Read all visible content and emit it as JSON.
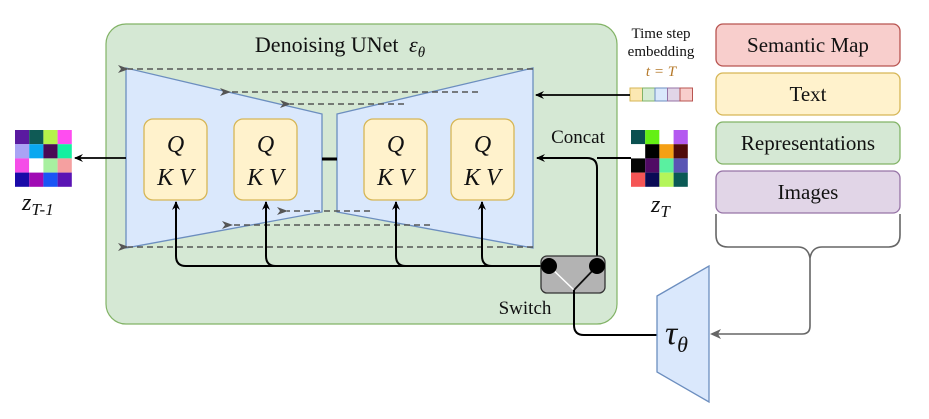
{
  "unet": {
    "title": "Denoising UNet",
    "title_symbol": "ε",
    "title_subscript": "θ",
    "attention_blocks": [
      {
        "q": "Q",
        "kv": "K V"
      },
      {
        "q": "Q",
        "kv": "K V"
      },
      {
        "q": "Q",
        "kv": "K V"
      },
      {
        "q": "Q",
        "kv": "K V"
      }
    ]
  },
  "output_latent": {
    "label": "z",
    "subscript": "T-1",
    "grid_colors": [
      "#5a1aa0",
      "#0f5a55",
      "#b6f24a",
      "#ff4df0",
      "#a9a3f5",
      "#0aa8f0",
      "#4a0a55",
      "#14f0a0",
      "#f54de8",
      "#ffffff",
      "#a8f0a0",
      "#f5a0a0",
      "#1a0aa8",
      "#a00ab4",
      "#1a55f5",
      "#5a14b4"
    ]
  },
  "input_latent": {
    "label": "z",
    "subscript": "T",
    "grid_colors": [
      "#0a5050",
      "#64f014",
      "#ffffff",
      "#b45af0",
      "#ffffff",
      "#000000",
      "#f5a014",
      "#500a0a",
      "#050505",
      "#500a64",
      "#5af0a0",
      "#5a55b4",
      "#f55555",
      "#0a0a55",
      "#b4f55a",
      "#0a5a55"
    ]
  },
  "timestep": {
    "line1": "Time step",
    "line2": "embedding",
    "equation": "t = T",
    "cells": [
      "#fce8b2",
      "#d5ecd4",
      "#dae8fc",
      "#e1d5e7",
      "#f8cecc"
    ],
    "cell_borders": [
      "#d6b656",
      "#82b366",
      "#6c8ebf",
      "#9673a6",
      "#b85450"
    ]
  },
  "labels": {
    "concat": "Concat",
    "switch": "Switch"
  },
  "encoder": {
    "symbol": "τ",
    "subscript": "θ"
  },
  "conditioning": [
    {
      "label": "Semantic Map",
      "fill": "#f8cecc",
      "stroke": "#b85450"
    },
    {
      "label": "Text",
      "fill": "#fff2cc",
      "stroke": "#d6b656"
    },
    {
      "label": "Representations",
      "fill": "#d5e8d4",
      "stroke": "#82b366"
    },
    {
      "label": "Images",
      "fill": "#e1d5e7",
      "stroke": "#9673a6"
    }
  ],
  "colors": {
    "unet_bg": "#d5e8d4",
    "unet_border": "#82b366",
    "trapezoid_fill": "#dae8fc",
    "trapezoid_stroke": "#6c8ebf",
    "block_fill": "#fff2cc",
    "block_stroke": "#d6b656",
    "switch_fill": "#b3b3b3",
    "skip_line": "#555555",
    "bracket": "#666666"
  }
}
